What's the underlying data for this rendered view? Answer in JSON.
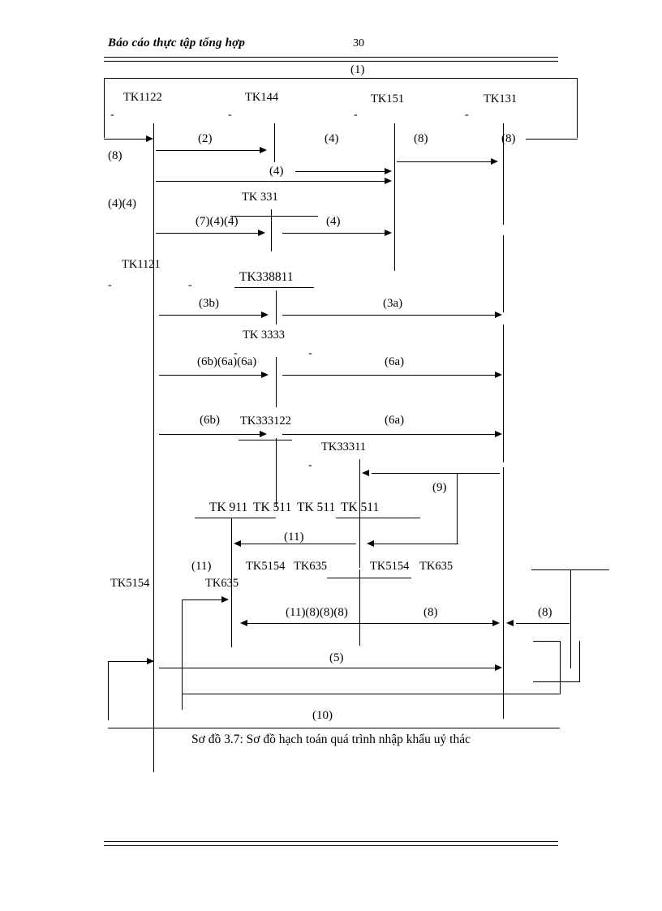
{
  "header": {
    "running_title": "Báo cáo thực tập tổng hợp",
    "page_number": "30"
  },
  "caption": "Sơ đồ 3.7: Sơ đồ hạch toán quá trình nhập khẩu uỷ thác",
  "accounts": [
    {
      "id": "tk1122",
      "label": "TK1122"
    },
    {
      "id": "tk144",
      "label": "TK144"
    },
    {
      "id": "tk151",
      "label": "TK151"
    },
    {
      "id": "tk131",
      "label": "TK131"
    },
    {
      "id": "tk331",
      "label": "TK 331"
    },
    {
      "id": "tk1121",
      "label": "TK1121"
    },
    {
      "id": "tk338811",
      "label": "TK338811"
    },
    {
      "id": "tk3333",
      "label": "TK 3333"
    },
    {
      "id": "tk333122",
      "label": "TK333122"
    },
    {
      "id": "tk33311",
      "label": "TK33311"
    },
    {
      "id": "tk911",
      "label": "TK 911"
    },
    {
      "id": "tk511a",
      "label": "TK 511"
    },
    {
      "id": "tk511b",
      "label": "TK 511"
    },
    {
      "id": "tk511c",
      "label": "TK 511"
    },
    {
      "id": "tk5154a",
      "label": "TK5154"
    },
    {
      "id": "tk635a",
      "label": "TK635"
    },
    {
      "id": "tk5154b",
      "label": "TK5154"
    },
    {
      "id": "tk635b",
      "label": "TK635"
    },
    {
      "id": "tk5154c",
      "label": "TK5154"
    },
    {
      "id": "tk635c",
      "label": "TK635"
    }
  ],
  "steps": {
    "s1": "(1)",
    "s2": "(2)",
    "s4a": "(4)",
    "s8a": "(8)",
    "s8b": "(8)",
    "s8c": "(8)",
    "s4b": "(4)",
    "s44": "(4)(4)",
    "s744": "(7)(4)(4)",
    "s4c": "(4)",
    "s3b": "(3b)",
    "s3a": "(3a)",
    "s6b6a6a": "(6b)(6a)(6a)",
    "s6a1": "(6a)",
    "s6b": "(6b)",
    "s6a2": "(6a)",
    "s9": "(9)",
    "s11a": "(11)",
    "s11b": "(11)",
    "s118888": "(11)(8)(8)(8)",
    "s8d": "(8)",
    "s8e": "(8)",
    "s8f": "(8)",
    "s5": "(5)",
    "s10": "(10)"
  }
}
